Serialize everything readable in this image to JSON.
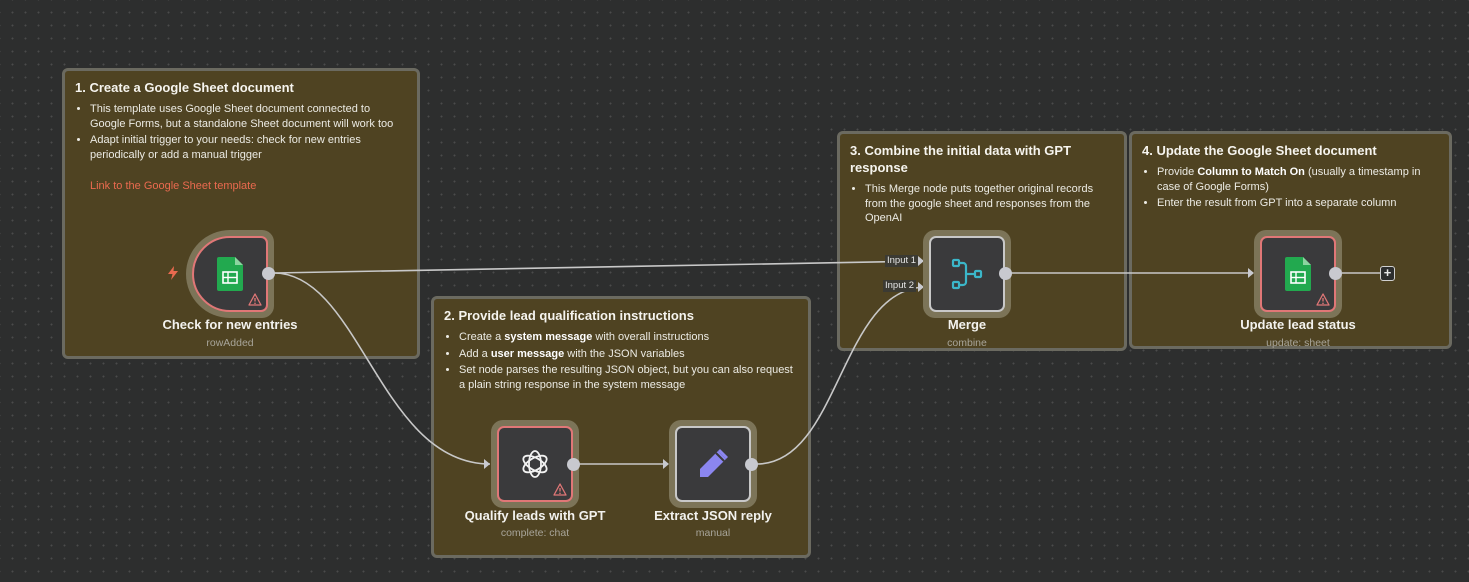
{
  "canvas": {
    "background": "#2d2e2e",
    "note_color": "#4f4322",
    "accent_error": "#e07777",
    "link_color": "#ea6a4f"
  },
  "notes": [
    {
      "title": "1. Create a Google Sheet document",
      "bullets": [
        "This template uses Google Sheet document connected to Google Forms, but a standalone Sheet document will work too",
        "Adapt initial trigger to your needs: check for new entries periodically or add a manual trigger"
      ],
      "link": "Link to the Google Sheet template"
    },
    {
      "title": "2. Provide lead qualification instructions",
      "bullets": [
        {
          "pre": "Create a ",
          "bold": "system message",
          "post": " with overall instructions"
        },
        {
          "pre": "Add a ",
          "bold": "user message",
          "post": " with the JSON variables"
        },
        {
          "pre": "Set node parses the resulting JSON object, but you can also request a plain string response in the system message",
          "bold": "",
          "post": ""
        }
      ]
    },
    {
      "title": "3. Combine the initial data with GPT response",
      "bullets": [
        "This Merge node puts together original records from the google sheet and responses from the OpenAI"
      ]
    },
    {
      "title": "4. Update the Google Sheet document",
      "bullets": [
        {
          "pre": "Provide ",
          "bold": "Column to Match On",
          "post": " (usually a timestamp in case of Google Forms)"
        },
        {
          "pre": "Enter the result from GPT into a separate column",
          "bold": "",
          "post": ""
        }
      ]
    }
  ],
  "nodes": {
    "trigger": {
      "label": "Check for new entries",
      "subtitle": "rowAdded",
      "icon": "google-sheets-icon",
      "has_warning": true
    },
    "gpt": {
      "label": "Qualify leads with GPT",
      "subtitle": "complete: chat",
      "icon": "openai-icon",
      "has_warning": true
    },
    "json": {
      "label": "Extract JSON reply",
      "subtitle": "manual",
      "icon": "pencil-icon",
      "has_warning": false
    },
    "merge": {
      "label": "Merge",
      "subtitle": "combine",
      "icon": "merge-icon",
      "has_warning": false,
      "inputs": [
        "Input 1",
        "Input 2"
      ]
    },
    "update": {
      "label": "Update lead status",
      "subtitle": "update: sheet",
      "icon": "google-sheets-icon",
      "has_warning": true
    }
  },
  "add_node_button": {
    "label": "+"
  }
}
